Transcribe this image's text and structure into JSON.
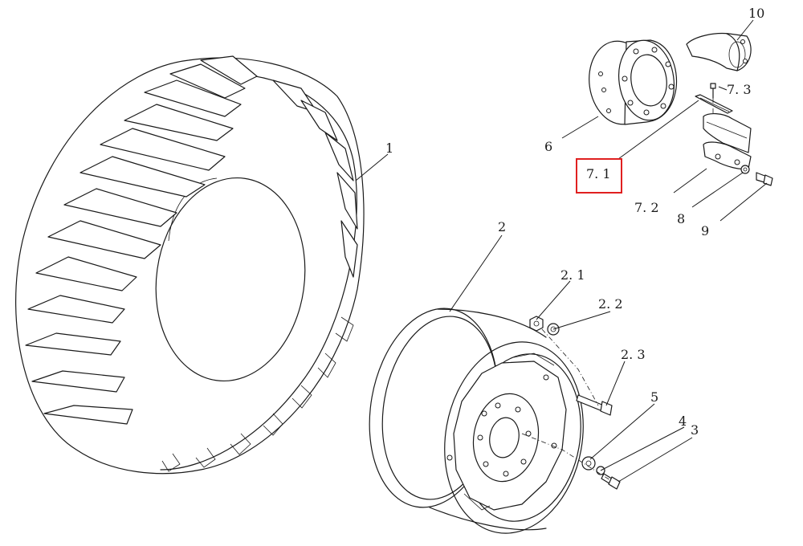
{
  "callouts": {
    "c1": "1",
    "c2": "2",
    "c2_1": "2. 1",
    "c2_2": "2. 2",
    "c2_3": "2. 3",
    "c3": "3",
    "c4": "4",
    "c5": "5",
    "c6": "6",
    "c7_1": "7. 1",
    "c7_2": "7. 2",
    "c7_3": "7. 3",
    "c8": "8",
    "c9": "9",
    "c10": "10"
  },
  "highlight": {
    "callout": "7. 1",
    "color": "#e02020"
  }
}
